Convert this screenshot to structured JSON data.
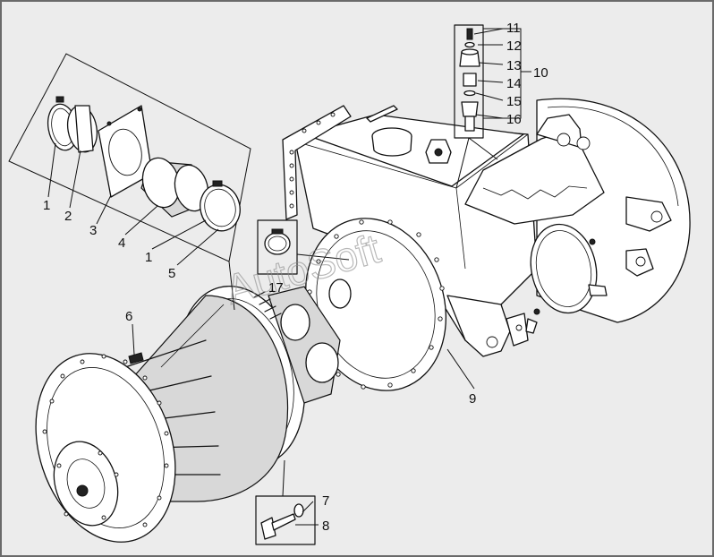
{
  "watermark": "AutoSoft",
  "callouts": [
    {
      "id": "c1a",
      "text": "1"
    },
    {
      "id": "c2",
      "text": "2"
    },
    {
      "id": "c3",
      "text": "3"
    },
    {
      "id": "c4",
      "text": "4"
    },
    {
      "id": "c1b",
      "text": "1"
    },
    {
      "id": "c5",
      "text": "5"
    },
    {
      "id": "c6",
      "text": "6"
    },
    {
      "id": "c7",
      "text": "7"
    },
    {
      "id": "c8",
      "text": "8"
    },
    {
      "id": "c9",
      "text": "9"
    },
    {
      "id": "c10",
      "text": "10"
    },
    {
      "id": "c11",
      "text": "11"
    },
    {
      "id": "c12",
      "text": "12"
    },
    {
      "id": "c13",
      "text": "13"
    },
    {
      "id": "c14",
      "text": "14"
    },
    {
      "id": "c15",
      "text": "15"
    },
    {
      "id": "c16",
      "text": "16"
    },
    {
      "id": "c17",
      "text": "17"
    }
  ]
}
